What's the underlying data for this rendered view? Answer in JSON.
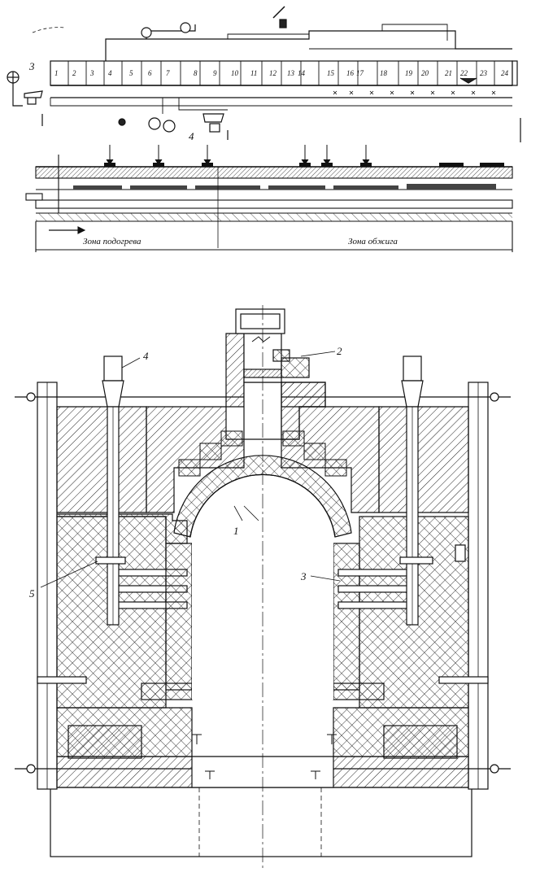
{
  "kiln_plan": {
    "sections": [
      "1",
      "2",
      "3",
      "4",
      "5",
      "6",
      "7",
      "8",
      "9",
      "10",
      "11",
      "12",
      "13",
      "14",
      "15",
      "16",
      "17",
      "18",
      "19",
      "20",
      "21",
      "22",
      "23",
      "24"
    ],
    "callouts": [
      "3",
      "4"
    ]
  },
  "kiln_section": {
    "zone_labels": [
      "Зона подогрева",
      "Зона обжига"
    ]
  },
  "cross_section": {
    "callouts": [
      "1",
      "2",
      "3",
      "4",
      "5"
    ]
  }
}
